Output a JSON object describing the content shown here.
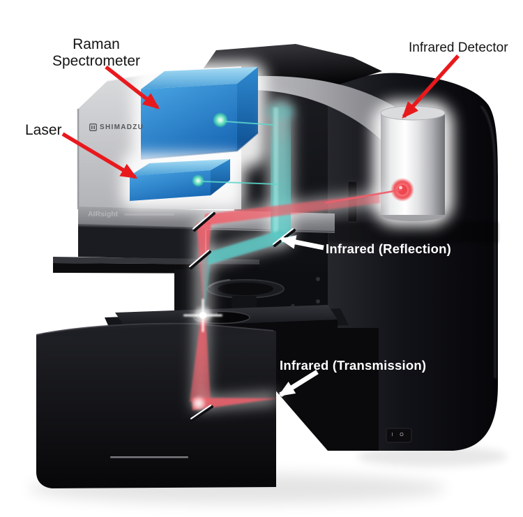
{
  "annotations": {
    "raman_spectrometer": "Raman\nSpectrometer",
    "laser": "Laser",
    "infrared_detector": "Infrared Detector",
    "infrared_reflection": "Infrared (Reflection)",
    "infrared_transmission": "Infrared (Transmission)"
  },
  "branding": {
    "manufacturer": "SHIMADZU",
    "model": "AIRsight"
  },
  "power_switch": "I O",
  "colors": {
    "background": "#ffffff",
    "annotation_arrow_red": "#e8191d",
    "annotation_arrow_white": "#ffffff",
    "label_text_dark": "#141414",
    "label_text_light": "#ffffff",
    "raman_beam_teal": "#57c6c2",
    "infrared_beam_red": "#f05f6a",
    "optics_blue": "#2e8fd5",
    "optics_blue_light": "#6cc0ee",
    "optics_blue_dark": "#1460a8"
  }
}
